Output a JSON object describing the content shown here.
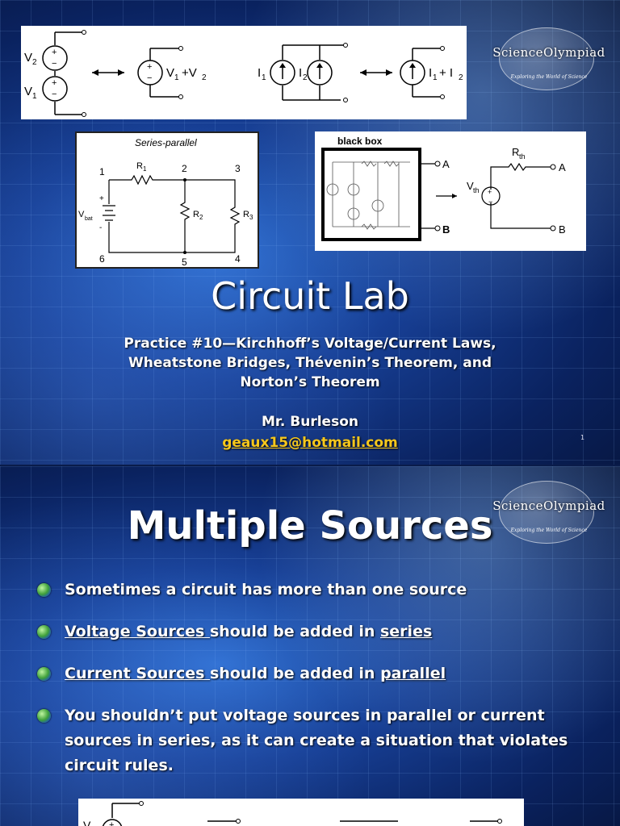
{
  "slide1": {
    "logo": {
      "wordmark": "ScienceOlympiad",
      "tagline": "Exploring the World of Science"
    },
    "diagram_sources": {
      "v2": "V",
      "v2_sub": "2",
      "v1": "V",
      "v1_sub": "1",
      "vsum": "V",
      "vsum_a": "1",
      "vsum_plus": "+V",
      "vsum_b": "2",
      "i1": "I",
      "i1_sub": "1",
      "i2": "I",
      "i2_sub": "2",
      "isum": "I",
      "isum_a": "1",
      "isum_plus": "+ I",
      "isum_b": "2"
    },
    "series_parallel": {
      "caption": "Series-parallel",
      "nodes": [
        "1",
        "2",
        "3",
        "4",
        "5",
        "6"
      ],
      "r1": "R",
      "r1_sub": "1",
      "r2": "R",
      "r2_sub": "2",
      "r3": "R",
      "r3_sub": "3",
      "vbat": "V",
      "vbat_sub": "bat"
    },
    "black_box": {
      "caption": "black box",
      "a": "A",
      "b": "B",
      "rth": "R",
      "rth_sub": "th",
      "vth": "V",
      "vth_sub": "th",
      "a2": "A",
      "b2": "B"
    },
    "title": "Circuit Lab",
    "subtitle_lines": [
      "Practice #10—Kirchhoff’s Voltage/Current Laws,",
      "Wheatstone Bridges, Thévenin’s Theorem, and",
      "Norton’s Theorem"
    ],
    "author": "Mr. Burleson",
    "email": "geaux15@hotmail.com",
    "page_number": "1"
  },
  "slide2": {
    "logo": {
      "wordmark": "ScienceOlympiad",
      "tagline": "Exploring the World of Science"
    },
    "title": "Multiple Sources",
    "bullets": [
      {
        "text": "Sometimes a circuit has more than one source"
      },
      {
        "link1": "Voltage Sources ",
        "mid": "should be added in ",
        "link2": "series"
      },
      {
        "link1": "Current Sources ",
        "mid": "should be added in ",
        "link2": "parallel"
      },
      {
        "text": "You shouldn’t put voltage sources in parallel or current sources in series, as it can create a situation that violates circuit rules."
      }
    ],
    "diagram_label": "V"
  }
}
